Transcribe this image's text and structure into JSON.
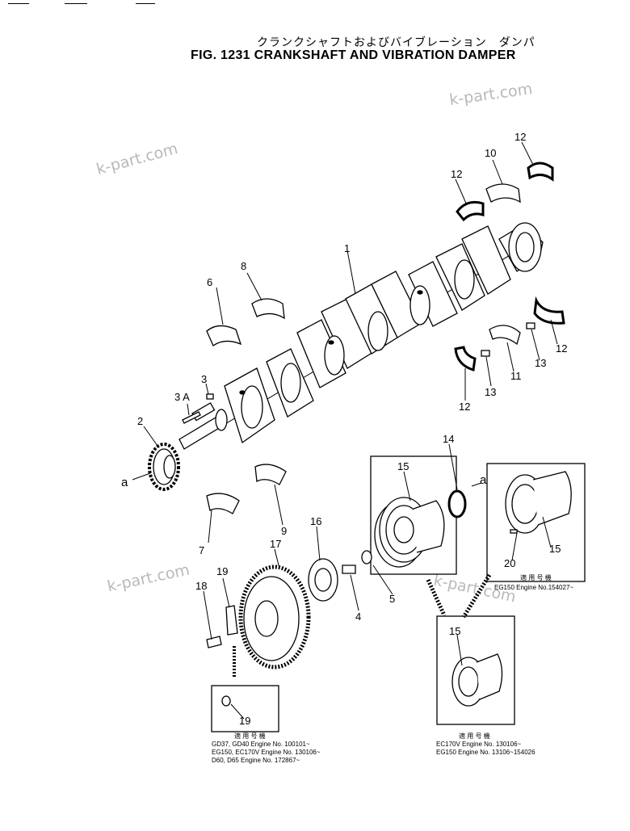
{
  "title": {
    "japanese": "クランクシャフトおよびバイブレーション　ダンパ",
    "english": "FIG. 1231 CRANKSHAFT AND VIBRATION DAMPER"
  },
  "watermarks": [
    "k-part.com",
    "k-part.com",
    "k-part.com",
    "k-part.com"
  ],
  "part_labels": {
    "p1": "1",
    "p2": "2",
    "p3": "3",
    "p3a": "3 A",
    "p4": "4",
    "p5": "5",
    "p6": "6",
    "p7": "7",
    "p8": "8",
    "p9": "9",
    "p10": "10",
    "p11": "11",
    "p12a": "12",
    "p12b": "12",
    "p12c": "12",
    "p12d": "12",
    "p13a": "13",
    "p13b": "13",
    "p14": "14",
    "p15a": "15",
    "p15b": "15",
    "p15c": "15",
    "p16": "16",
    "p17": "17",
    "p18": "18",
    "p19a": "19",
    "p19b": "19",
    "p20": "20",
    "ref_a1": "a",
    "ref_a2": "a"
  },
  "applicability": {
    "right_top": {
      "header": "適 用 号 機",
      "rows": [
        "EG150  Engine No.154027~"
      ]
    },
    "bottom_left": {
      "header": "適 用 号 機",
      "rows": [
        "GD37,  GD40    Engine No. 100101~",
        "EG150, EC170V  Engine No. 130106~",
        "D60,    D65       Engine No. 172867~"
      ]
    },
    "bottom_right": {
      "header": "適 用 号 機",
      "rows": [
        "EC170V  Engine No. 130106~",
        "EG150   Engine No. 13106~154026"
      ]
    }
  }
}
